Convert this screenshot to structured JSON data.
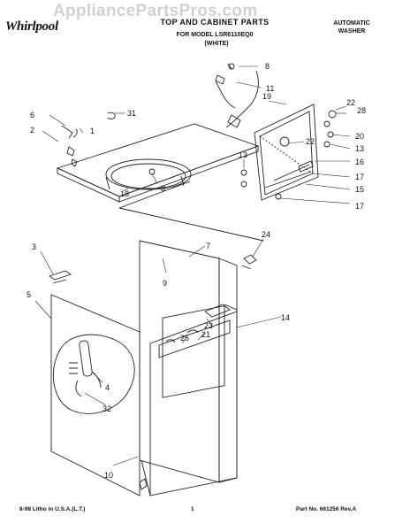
{
  "watermark": "AppliancePartsPros.com",
  "header": {
    "brand": "Whirlpool",
    "title": "TOP AND CABINET PARTS",
    "model_line": "FOR MODEL LSR6110EQ0",
    "color_code": "(WHITE)",
    "appliance_type_line1": "AUTOMATIC",
    "appliance_type_line2": "WASHER"
  },
  "callouts": [
    "8",
    "11",
    "19",
    "22",
    "28",
    "6",
    "31",
    "1",
    "2",
    "22",
    "20",
    "13",
    "16",
    "17",
    "18",
    "8",
    "15",
    "13",
    "17",
    "3",
    "7",
    "24",
    "9",
    "5",
    "14",
    "25",
    "23",
    "21",
    "4",
    "32",
    "10"
  ],
  "footer": {
    "left": "8-98 Litho in U.S.A.(L.T.)",
    "center": "1",
    "right": "Part No. 661256 Rev.A"
  },
  "icons": [
    "whirlpool-logo",
    "exploded-parts-drawing"
  ]
}
